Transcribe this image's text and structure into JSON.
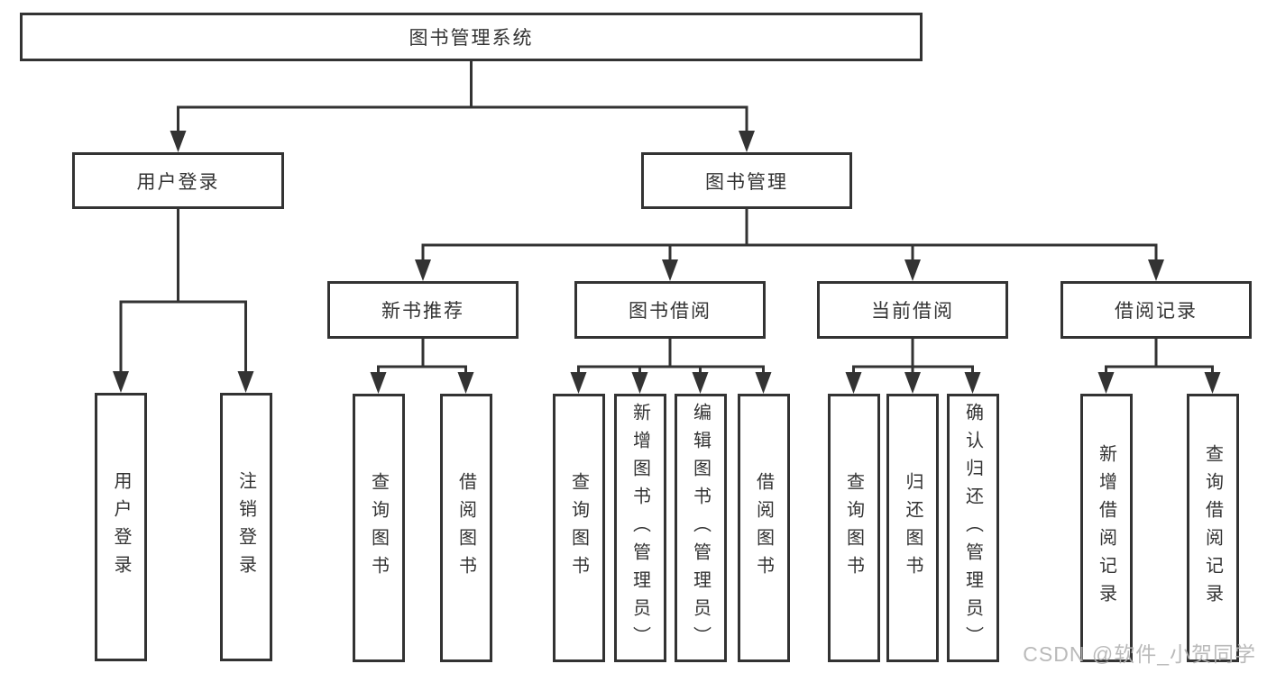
{
  "diagram": {
    "title": "图书管理系统",
    "tree": {
      "label": "图书管理系统",
      "children": [
        {
          "label": "用户登录",
          "children": [
            {
              "label": "用户登录"
            },
            {
              "label": "注销登录"
            }
          ]
        },
        {
          "label": "图书管理",
          "children": [
            {
              "label": "新书推荐",
              "children": [
                {
                  "label": "查询图书"
                },
                {
                  "label": "借阅图书"
                }
              ]
            },
            {
              "label": "图书借阅",
              "children": [
                {
                  "label": "查询图书"
                },
                {
                  "label": "新增图书（管理员）"
                },
                {
                  "label": "编辑图书（管理员）"
                },
                {
                  "label": "借阅图书"
                }
              ]
            },
            {
              "label": "当前借阅",
              "children": [
                {
                  "label": "查询图书"
                },
                {
                  "label": "归还图书"
                },
                {
                  "label": "确认归还（管理员）"
                }
              ]
            },
            {
              "label": "借阅记录",
              "children": [
                {
                  "label": "新增借阅记录"
                },
                {
                  "label": "查询借阅记录"
                }
              ]
            }
          ]
        }
      ]
    }
  },
  "watermark": {
    "text": "CSDN @软件_小贺同学"
  },
  "colors": {
    "line": "#333333",
    "text": "#333333",
    "bg": "#ffffff",
    "watermark": "#b3b3b3"
  }
}
